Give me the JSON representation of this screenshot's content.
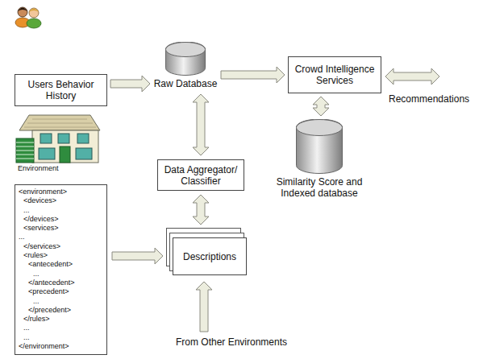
{
  "diagram": {
    "nodes": [
      {
        "text": [
          "Users Behavior History"
        ]
      },
      {
        "text": [
          "Raw Database"
        ]
      },
      {
        "text": [
          "Crowd Intelligence Services"
        ]
      },
      {
        "text": [
          "Similarity Score and Indexed database"
        ]
      },
      {
        "text": [
          "Data Aggregator/ Classifier"
        ]
      },
      {
        "text": [
          "Descriptions"
        ]
      },
      {
        "text": [
          "<environment>",
          "<devices>",
          "...",
          "</devices>",
          "<services>",
          "...",
          "</services>",
          "<rules>",
          "<antecedent>",
          "...",
          "</antecedent>",
          "<precedent>",
          "...",
          "</precedent>",
          "</rules>",
          "...",
          "...",
          "</environment>"
        ]
      }
    ],
    "edges": [
      {
        "from": 0,
        "to": 1,
        "arrow": "to"
      },
      {
        "from": 1,
        "to": 2,
        "arrow": "to"
      },
      {
        "from": 2,
        "to": 3,
        "arrow": "both"
      },
      {
        "from": 1,
        "to": 4,
        "arrow": "both"
      },
      {
        "from": 4,
        "to": 5,
        "arrow": "both"
      },
      {
        "from": 6,
        "to": 5,
        "arrow": "to"
      }
    ],
    "labels": [
      "Environment",
      "Recommendations",
      "From Other Environments"
    ]
  }
}
